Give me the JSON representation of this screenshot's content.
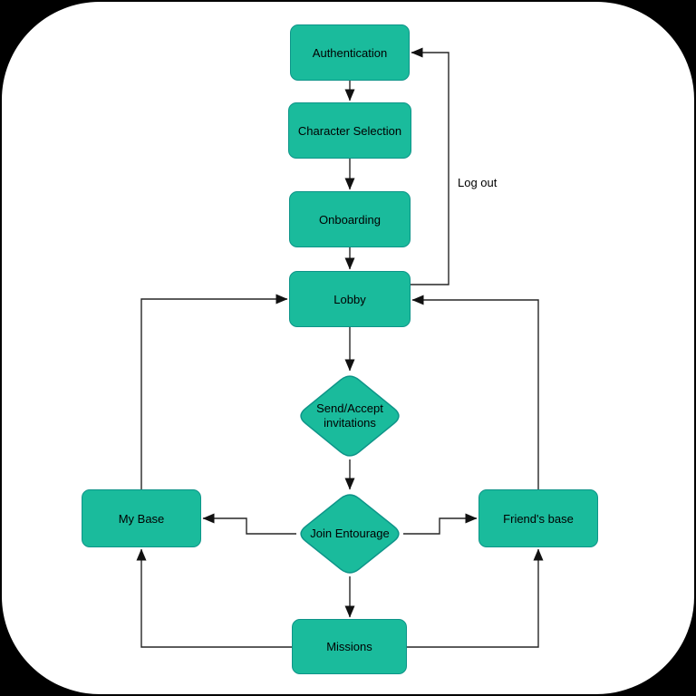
{
  "diagram": {
    "title": "Game flow diagram",
    "colors": {
      "node_fill": "#1ABB9C",
      "node_border": "#0D9488",
      "edge": "#262626",
      "canvas_bg": "#FFFFFF",
      "frame_bg": "#000000",
      "text": "#000000"
    },
    "nodes": {
      "authentication": {
        "label": "Authentication",
        "shape": "rounded-rect"
      },
      "character_selection": {
        "label": "Character Selection",
        "shape": "rounded-rect"
      },
      "onboarding": {
        "label": "Onboarding",
        "shape": "rounded-rect"
      },
      "lobby": {
        "label": "Lobby",
        "shape": "rounded-rect"
      },
      "send_accept": {
        "label": "Send/Accept invitations",
        "shape": "diamond"
      },
      "join_entourage": {
        "label": "Join Entourage",
        "shape": "diamond"
      },
      "my_base": {
        "label": "My Base",
        "shape": "rounded-rect"
      },
      "friends_base": {
        "label": "Friend's base",
        "shape": "rounded-rect"
      },
      "missions": {
        "label": "Missions",
        "shape": "rounded-rect"
      }
    },
    "edge_labels": {
      "log_out": "Log out"
    },
    "edges": [
      {
        "from": "Authentication",
        "to": "Character Selection"
      },
      {
        "from": "Character Selection",
        "to": "Onboarding"
      },
      {
        "from": "Onboarding",
        "to": "Lobby"
      },
      {
        "from": "Lobby",
        "to": "Send/Accept invitations"
      },
      {
        "from": "Send/Accept invitations",
        "to": "Join Entourage"
      },
      {
        "from": "Join Entourage",
        "to": "My Base"
      },
      {
        "from": "Join Entourage",
        "to": "Friend's base"
      },
      {
        "from": "Join Entourage",
        "to": "Missions"
      },
      {
        "from": "My Base",
        "to": "Lobby"
      },
      {
        "from": "Friend's base",
        "to": "Lobby"
      },
      {
        "from": "Missions",
        "to": "My Base"
      },
      {
        "from": "Missions",
        "to": "Friend's base"
      },
      {
        "from": "Lobby",
        "to": "Authentication",
        "label": "Log out"
      }
    ]
  }
}
